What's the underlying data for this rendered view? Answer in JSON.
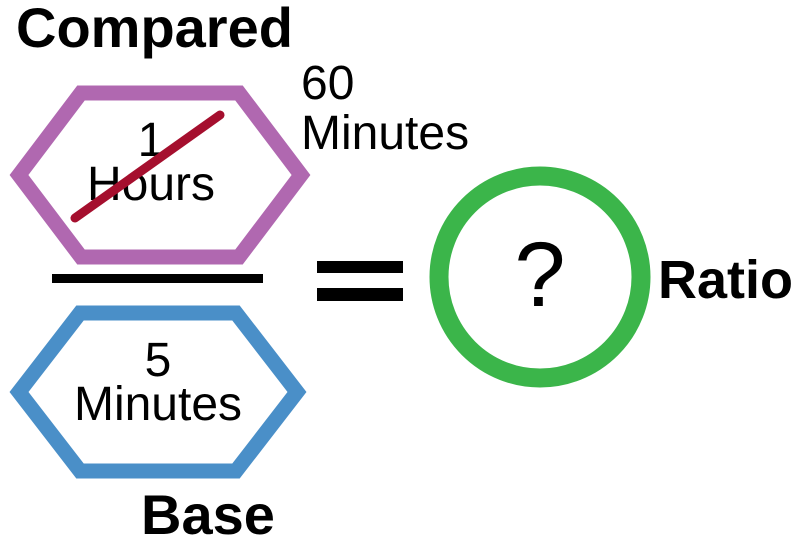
{
  "colors": {
    "purple": "#b068b0",
    "blue": "#4a8fc8",
    "green": "#3bb54a",
    "red": "#a50f2e",
    "black": "#000000"
  },
  "labels": {
    "compared": "Compared",
    "base": "Base",
    "ratio": "Ratio"
  },
  "compared": {
    "crossed_out": {
      "value": "1",
      "unit": "Hours"
    },
    "converted": {
      "value": "60",
      "unit": "Minutes"
    }
  },
  "base": {
    "value": "5",
    "unit": "Minutes"
  },
  "ratio": {
    "placeholder": "?"
  }
}
